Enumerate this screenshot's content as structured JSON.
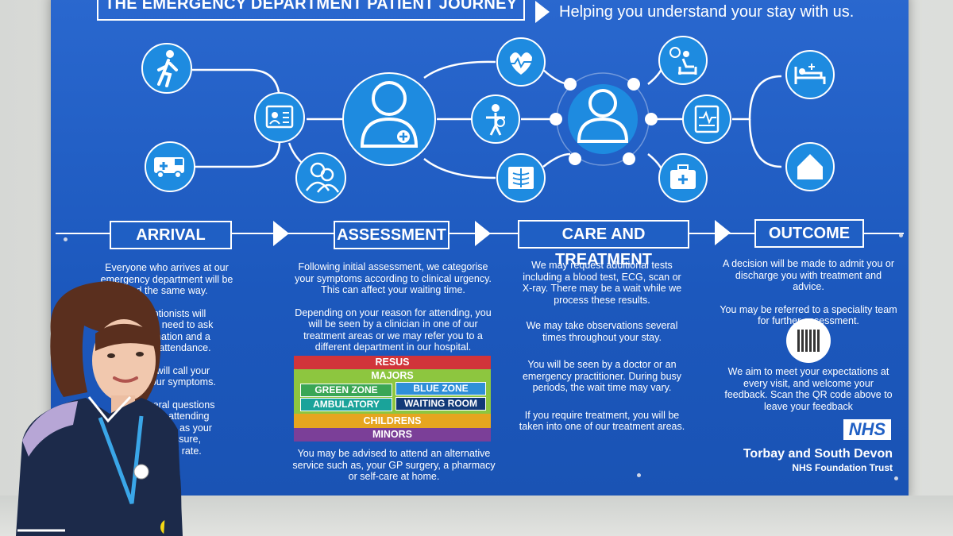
{
  "board": {
    "title": "THE EMERGENCY DEPARTMENT PATIENT JOURNEY",
    "subtitle": "Helping you understand your stay with us.",
    "colors": {
      "board": "#1f5fc4",
      "icon_fill": "#1e8be0",
      "text": "#ffffff"
    }
  },
  "icons": [
    "walking-person-icon",
    "ambulance-icon",
    "patient-record-icon",
    "receptionist-icon",
    "clinician-icon",
    "heartbeat-icon",
    "body-scan-icon",
    "xray-chest-icon",
    "doctor-icon",
    "waiting-chair-icon",
    "ecg-chart-icon",
    "first-aid-kit-icon",
    "hospital-bed-icon",
    "home-icon"
  ],
  "stages": [
    {
      "label": "ARRIVAL"
    },
    {
      "label": "ASSESSMENT"
    },
    {
      "label": "CARE AND TREATMENT"
    },
    {
      "label": "OUTCOME"
    }
  ],
  "arrival": {
    "lines": [
      "Everyone who arrives at our",
      "emergency department will be",
      "ced the same way.",
      "r receptionists will",
      "They will need to ask",
      "al information and a",
      "for your attendance.",
      "nurses will call your",
      "ssess your symptoms.",
      "you several questions",
      "eason for attending",
      "vations such as your",
      "blood pressure,",
      "respiratory rate."
    ]
  },
  "assessment": {
    "para1": "Following initial assessment, we categorise your symptoms according to clinical urgency. This can affect your waiting time.",
    "para2": "Depending on your reason for attending, you will be seen by a clinician in one of our treatment areas or we may refer you to a different department in our hospital.",
    "para3": "You may be advised to attend an alternative service such as, your GP surgery, a pharmacy or self-care at home.",
    "zones": {
      "resus": "RESUS",
      "majors": "MAJORS",
      "green": "GREEN ZONE",
      "blue": "BLUE ZONE",
      "ambulatory": "AMBULATORY",
      "waiting": "WAITING ROOM",
      "childrens": "CHILDRENS",
      "minors": "MINORS",
      "colors": {
        "resus": "#d1343a",
        "majors": "#8dc63f",
        "green_chip": "#3aa655",
        "blue_chip": "#2f8fd8",
        "ambulatory_chip": "#1aa39a",
        "waiting_chip": "#123a78",
        "childrens": "#e6a51f",
        "minors": "#7b3f98"
      }
    }
  },
  "care": {
    "para1": "We may request additional tests including a blood test, ECG, scan or X-ray. There may be a wait while we process these results.",
    "para2": "We may take observations several times throughout your stay.",
    "para3": "You will be seen by a doctor or an emergency practitioner. During busy periods, the wait time may vary.",
    "para4": "If you require treatment, you will be taken into one of our treatment areas."
  },
  "outcome": {
    "para1": "A decision will be made to admit you or discharge you with treatment and advice.",
    "para2": "You may be referred to a speciality team for further assessment.",
    "para3": "We aim to meet your expectations at every visit, and welcome your feedback. Scan the QR code above to leave your feedback",
    "logo": "NHS",
    "trust": "Torbay and South Devon",
    "trust_sub": "NHS Foundation Trust"
  }
}
